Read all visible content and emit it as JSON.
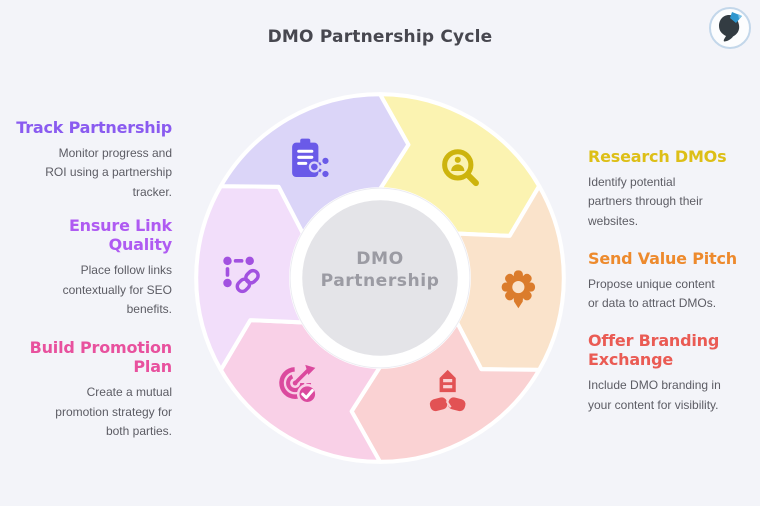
{
  "page": {
    "title": "DMO Partnership Cycle",
    "title_color": "#47474F",
    "background": "#F3F4F9"
  },
  "logo": {
    "icon": "head-quill-logo"
  },
  "center": {
    "line1": "DMO",
    "line2": "Partnership",
    "fill": "#E4E4E8",
    "ring": "#FFFFFF",
    "text_color": "#9B9BA3"
  },
  "wheel": {
    "flow": "clockwise",
    "segments": [
      {
        "label": "Research DMOs",
        "color": "#FBF3B1",
        "icon": "search-user-icon",
        "icon_color": "#CDB40D"
      },
      {
        "label": "Send Value Pitch",
        "color": "#FAE3CB",
        "icon": "gear-icon",
        "icon_color": "#DB7C2C"
      },
      {
        "label": "Offer Branding Exchange",
        "color": "#FAD2D3",
        "icon": "building-handshake-icon",
        "icon_color": "#E25254"
      },
      {
        "label": "Build Promotion Plan",
        "color": "#F9D0E7",
        "icon": "target-check-icon",
        "icon_color": "#DB4A9E"
      },
      {
        "label": "Ensure Link Quality",
        "color": "#F2DEFA",
        "icon": "link-nodes-icon",
        "icon_color": "#A251E0"
      },
      {
        "label": "Track Partnership",
        "color": "#DBD5F8",
        "icon": "clipboard-share-icon",
        "icon_color": "#6A5AE8"
      }
    ]
  },
  "left_items": [
    {
      "heading": "Track Partnership",
      "color": "#8A5BF0",
      "body": "Monitor progress and\nROI using a partnership\ntracker."
    },
    {
      "heading": "Ensure Link\nQuality",
      "color": "#AF5BF2",
      "body": "Place follow links\ncontextually for SEO\nbenefits."
    },
    {
      "heading": "Build Promotion\nPlan",
      "color": "#E8519E",
      "body": "Create a mutual\npromotion strategy for\nboth parties."
    }
  ],
  "right_items": [
    {
      "heading": "Research DMOs",
      "color": "#DDBF17",
      "body": "Identify potential\npartners through their\nwebsites."
    },
    {
      "heading": "Send Value Pitch",
      "color": "#ED8A2D",
      "body": "Propose unique content\nor data to attract DMOs."
    },
    {
      "heading": "Offer Branding\nExchange",
      "color": "#EA5B54",
      "body": "Include DMO branding in\nyour content for visibility."
    }
  ]
}
